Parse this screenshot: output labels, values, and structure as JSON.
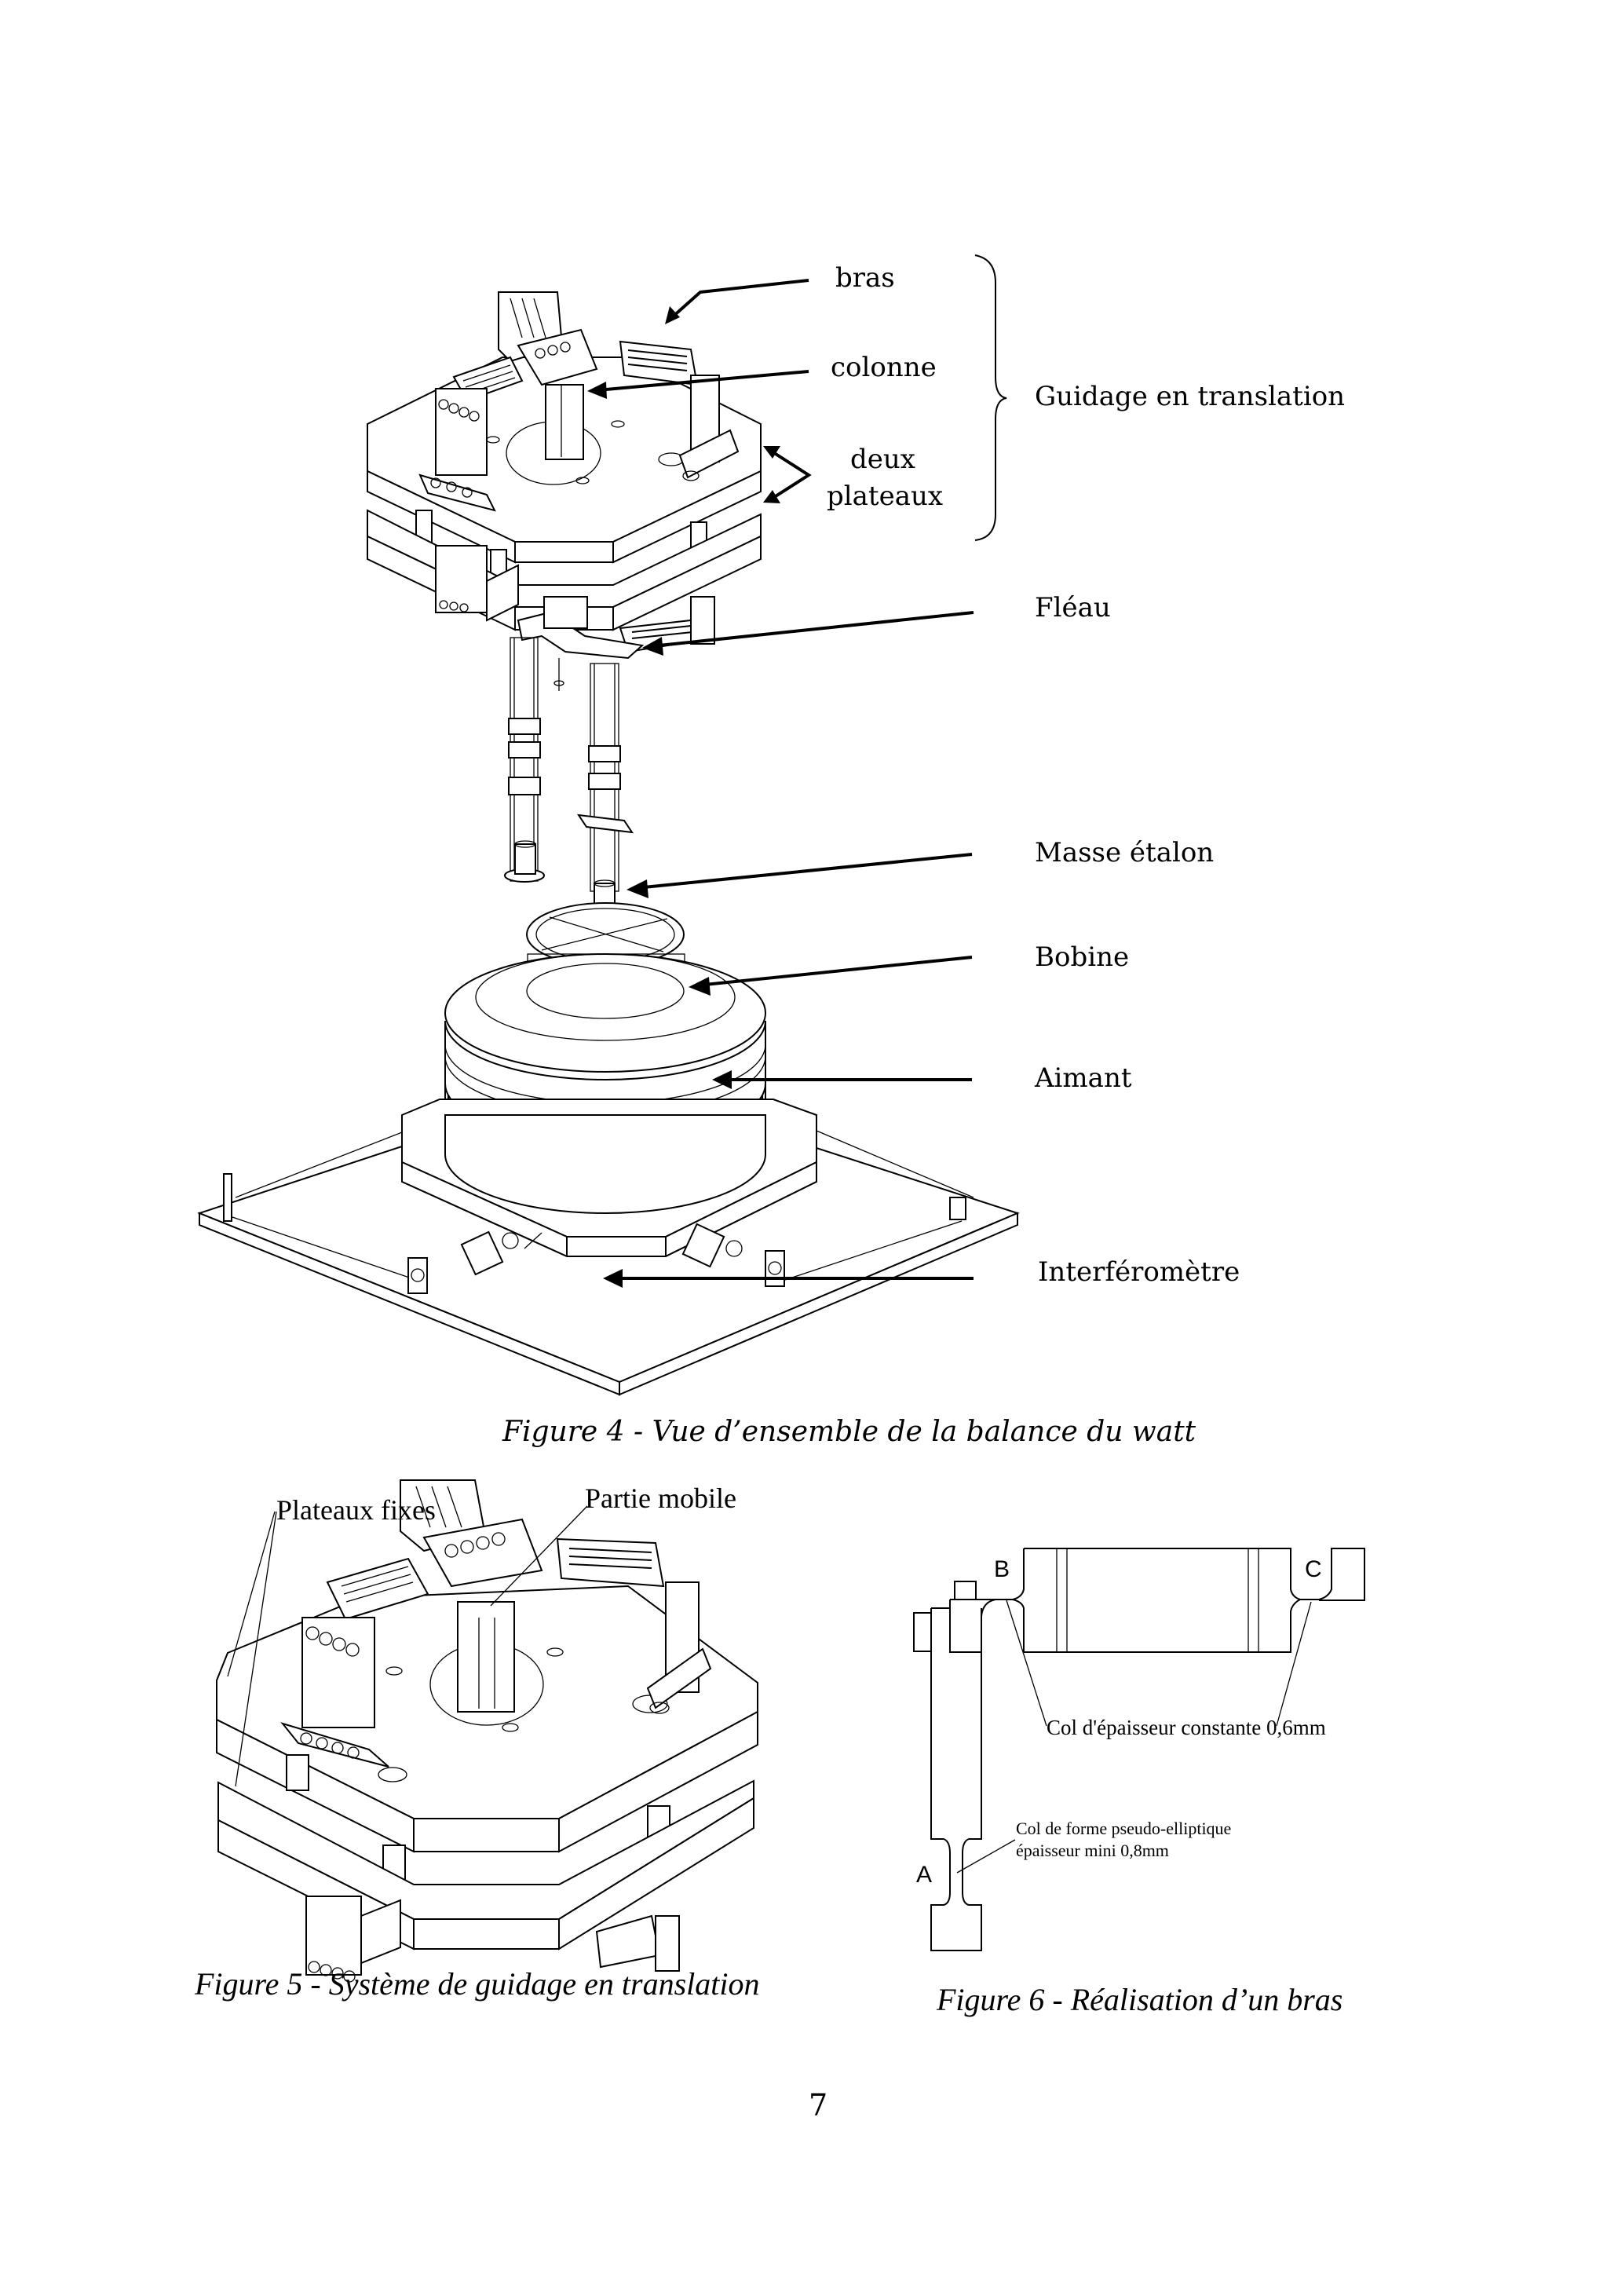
{
  "figure4": {
    "labels": {
      "bras": "bras",
      "colonne": "colonne",
      "deux_plateaux_line1": "deux",
      "deux_plateaux_line2": "plateaux",
      "guidage": "Guidage en translation",
      "fleau": "Fléau",
      "masse_etalon": "Masse étalon",
      "bobine": "Bobine",
      "aimant": "Aimant",
      "interferometre": "Interféromètre"
    },
    "caption": "Figure 4 - Vue d’ensemble de la balance du watt"
  },
  "figure5": {
    "labels": {
      "plateaux_fixes": "Plateaux fixes",
      "partie_mobile": "Partie mobile"
    },
    "caption": "Figure 5 - Système de guidage en translation"
  },
  "figure6": {
    "labels": {
      "point_a": "A",
      "point_b": "B",
      "point_c": "C",
      "col_constant": "Col d'épaisseur constante 0,6mm",
      "col_elliptic_line1": "Col de forme pseudo-elliptique",
      "col_elliptic_line2": "épaisseur mini 0,8mm"
    },
    "caption": "Figure 6 - Réalisation d’un bras"
  },
  "page_number": "7"
}
